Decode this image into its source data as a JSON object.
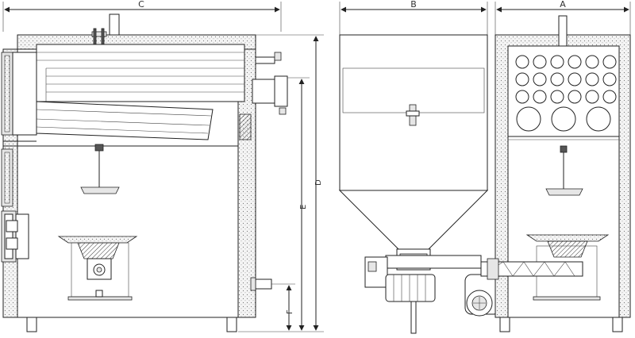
{
  "dimensions": {
    "C": "C",
    "B": "B",
    "A": "A",
    "D": "D",
    "E": "E",
    "F": "F"
  },
  "colors": {
    "line": "#222222",
    "insulation": "#f2f2f2",
    "background": "#ffffff"
  }
}
